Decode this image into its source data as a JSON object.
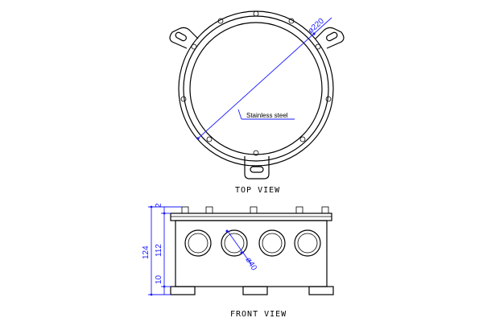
{
  "top_view": {
    "title": "TOP  VIEW",
    "diameter_label": "ø220",
    "material_label": "Stainless steel"
  },
  "front_view": {
    "title": "FRONT  VIEW",
    "dim_total": "124",
    "dim_body": "112",
    "dim_top": "2",
    "dim_base": "10",
    "hole_label": "ø40"
  }
}
